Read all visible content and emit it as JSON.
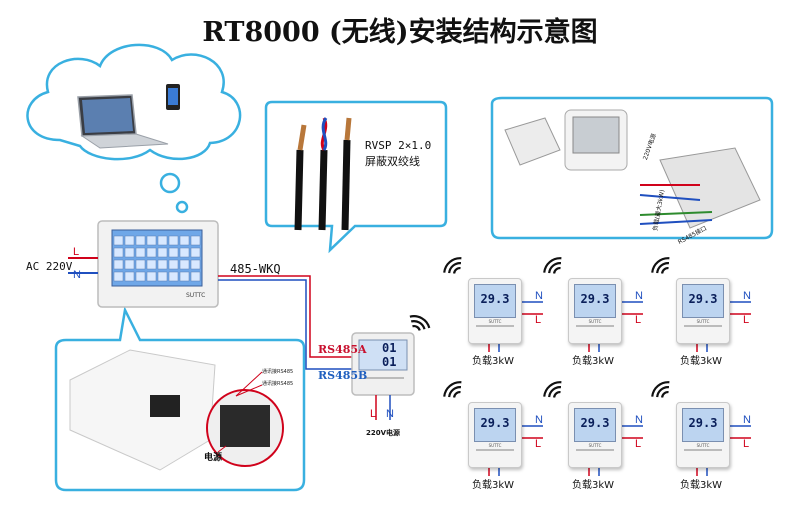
{
  "title": "RT8000 (无线)安装结构示意图",
  "main_panel": {
    "ac_label": "AC 220V",
    "pin_L": "L",
    "pin_N": "N",
    "bus_label": "485-WKQ",
    "brand": "SUTTC"
  },
  "cable_callout": {
    "line1": "RVSP 2×1.0",
    "line2": "屏蔽双绞线"
  },
  "photo_callout": {
    "label_terminal_a": "220V电源",
    "label_terminal_b": "负载(最大3kW)",
    "label_terminal_c": "RS485接口"
  },
  "bottom_photo": {
    "label_485_a": "通讯接RS485",
    "label_485_b": "通讯接RS485",
    "label_power": "电源"
  },
  "gateway": {
    "rs485a": "RS485A",
    "rs485b": "RS485B",
    "pin_L": "L",
    "pin_N": "N",
    "power_label": "220V电源",
    "display_top": "01",
    "display_bottom": "01"
  },
  "thermostats": [
    {
      "temp": "29.3",
      "pin_N": "N",
      "pin_L": "L",
      "load": "负载3kW"
    },
    {
      "temp": "29.3",
      "pin_N": "N",
      "pin_L": "L",
      "load": "负载3kW"
    },
    {
      "temp": "29.3",
      "pin_N": "N",
      "pin_L": "L",
      "load": "负载3kW"
    },
    {
      "temp": "29.3",
      "pin_N": "N",
      "pin_L": "L",
      "load": "负载3kW"
    },
    {
      "temp": "29.3",
      "pin_N": "N",
      "pin_L": "L",
      "load": "负载3kW"
    },
    {
      "temp": "29.3",
      "pin_N": "N",
      "pin_L": "L",
      "load": "负载3kW"
    }
  ],
  "colors": {
    "callout_border": "#39b0e0",
    "live_wire": "#d0021b",
    "neutral_wire": "#1f4fbf"
  },
  "icons": [
    "cloud-icon",
    "laptop-icon",
    "smartphone-icon",
    "wifi-icon",
    "twisted-pair-cable-icon"
  ]
}
